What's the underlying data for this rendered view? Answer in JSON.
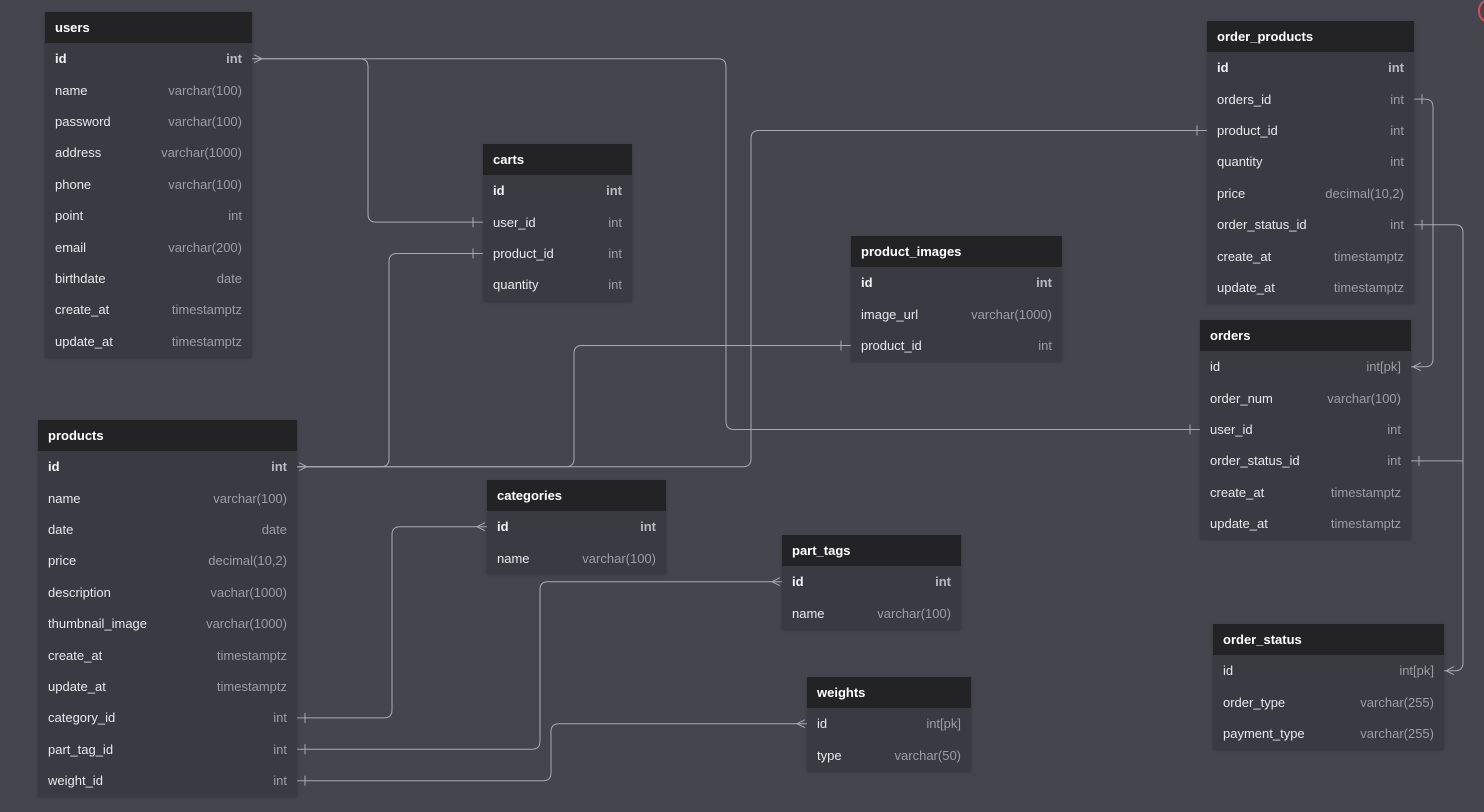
{
  "tables": {
    "users": {
      "title": "users",
      "columns": [
        {
          "name": "id",
          "type": "int",
          "pk": true
        },
        {
          "name": "name",
          "type": "varchar(100)"
        },
        {
          "name": "password",
          "type": "varchar(100)"
        },
        {
          "name": "address",
          "type": "varchar(1000)"
        },
        {
          "name": "phone",
          "type": "varchar(100)"
        },
        {
          "name": "point",
          "type": "int"
        },
        {
          "name": "email",
          "type": "varchar(200)"
        },
        {
          "name": "birthdate",
          "type": "date"
        },
        {
          "name": "create_at",
          "type": "timestamptz"
        },
        {
          "name": "update_at",
          "type": "timestamptz"
        }
      ]
    },
    "carts": {
      "title": "carts",
      "columns": [
        {
          "name": "id",
          "type": "int",
          "pk": true
        },
        {
          "name": "user_id",
          "type": "int"
        },
        {
          "name": "product_id",
          "type": "int"
        },
        {
          "name": "quantity",
          "type": "int"
        }
      ]
    },
    "product_images": {
      "title": "product_images",
      "columns": [
        {
          "name": "id",
          "type": "int",
          "pk": true
        },
        {
          "name": "image_url",
          "type": "varchar(1000)"
        },
        {
          "name": "product_id",
          "type": "int"
        }
      ]
    },
    "order_products": {
      "title": "order_products",
      "columns": [
        {
          "name": "id",
          "type": "int",
          "pk": true
        },
        {
          "name": "orders_id",
          "type": "int"
        },
        {
          "name": "product_id",
          "type": "int"
        },
        {
          "name": "quantity",
          "type": "int"
        },
        {
          "name": "price",
          "type": "decimal(10,2)"
        },
        {
          "name": "order_status_id",
          "type": "int"
        },
        {
          "name": "create_at",
          "type": "timestamptz"
        },
        {
          "name": "update_at",
          "type": "timestamptz"
        }
      ]
    },
    "orders": {
      "title": "orders",
      "columns": [
        {
          "name": "id",
          "type": "int[pk]"
        },
        {
          "name": "order_num",
          "type": "varchar(100)"
        },
        {
          "name": "user_id",
          "type": "int"
        },
        {
          "name": "order_status_id",
          "type": "int"
        },
        {
          "name": "create_at",
          "type": "timestamptz"
        },
        {
          "name": "update_at",
          "type": "timestamptz"
        }
      ]
    },
    "products": {
      "title": "products",
      "columns": [
        {
          "name": "id",
          "type": "int",
          "pk": true
        },
        {
          "name": "name",
          "type": "varchar(100)"
        },
        {
          "name": "date",
          "type": "date"
        },
        {
          "name": "price",
          "type": "decimal(10,2)"
        },
        {
          "name": "description",
          "type": "vachar(1000)"
        },
        {
          "name": "thumbnail_image",
          "type": "varchar(1000)"
        },
        {
          "name": "create_at",
          "type": "timestamptz"
        },
        {
          "name": "update_at",
          "type": "timestamptz"
        },
        {
          "name": "category_id",
          "type": "int"
        },
        {
          "name": "part_tag_id",
          "type": "int"
        },
        {
          "name": "weight_id",
          "type": "int"
        }
      ]
    },
    "categories": {
      "title": "categories",
      "columns": [
        {
          "name": "id",
          "type": "int",
          "pk": true
        },
        {
          "name": "name",
          "type": "varchar(100)"
        }
      ]
    },
    "part_tags": {
      "title": "part_tags",
      "columns": [
        {
          "name": "id",
          "type": "int",
          "pk": true
        },
        {
          "name": "name",
          "type": "varchar(100)"
        }
      ]
    },
    "weights": {
      "title": "weights",
      "columns": [
        {
          "name": "id",
          "type": "int[pk]"
        },
        {
          "name": "type",
          "type": "varchar(50)"
        }
      ]
    },
    "order_status": {
      "title": "order_status",
      "columns": [
        {
          "name": "id",
          "type": "int[pk]"
        },
        {
          "name": "order_type",
          "type": "varchar(255)"
        },
        {
          "name": "payment_type",
          "type": "varchar(255)"
        }
      ]
    }
  },
  "colors": {
    "background": "#45454e",
    "table_header": "#232325",
    "table_body": "#3a3a42",
    "connector": "#a9a9b0"
  }
}
